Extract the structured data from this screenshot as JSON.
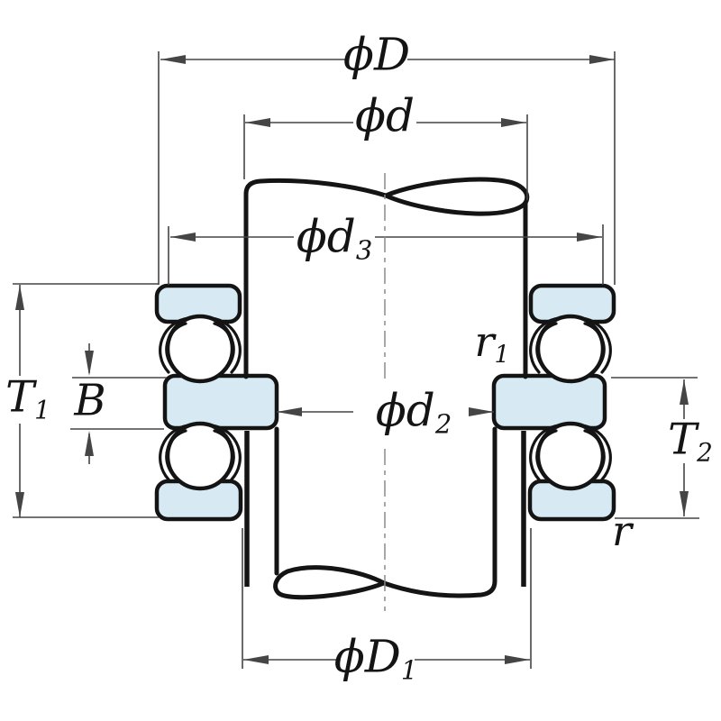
{
  "figure": {
    "labels": {
      "phiD": {
        "main": "ϕD",
        "sub": ""
      },
      "phid": {
        "main": "ϕd",
        "sub": ""
      },
      "phid3": {
        "main": "ϕd",
        "sub": "3"
      },
      "phid2": {
        "main": "ϕd",
        "sub": "2"
      },
      "phiD1": {
        "main": "ϕD",
        "sub": "1"
      },
      "T1": {
        "main": "T",
        "sub": "1"
      },
      "B": {
        "main": "B",
        "sub": ""
      },
      "T2": {
        "main": "T",
        "sub": "2"
      },
      "r1": {
        "main": "r",
        "sub": "1"
      },
      "r": {
        "main": "r",
        "sub": ""
      }
    },
    "colors": {
      "background": "#ffffff",
      "washer_fill": "#d7eaf3",
      "outline": "#141414",
      "dimension": "#454545",
      "centerline": "#8a8a8a"
    }
  }
}
